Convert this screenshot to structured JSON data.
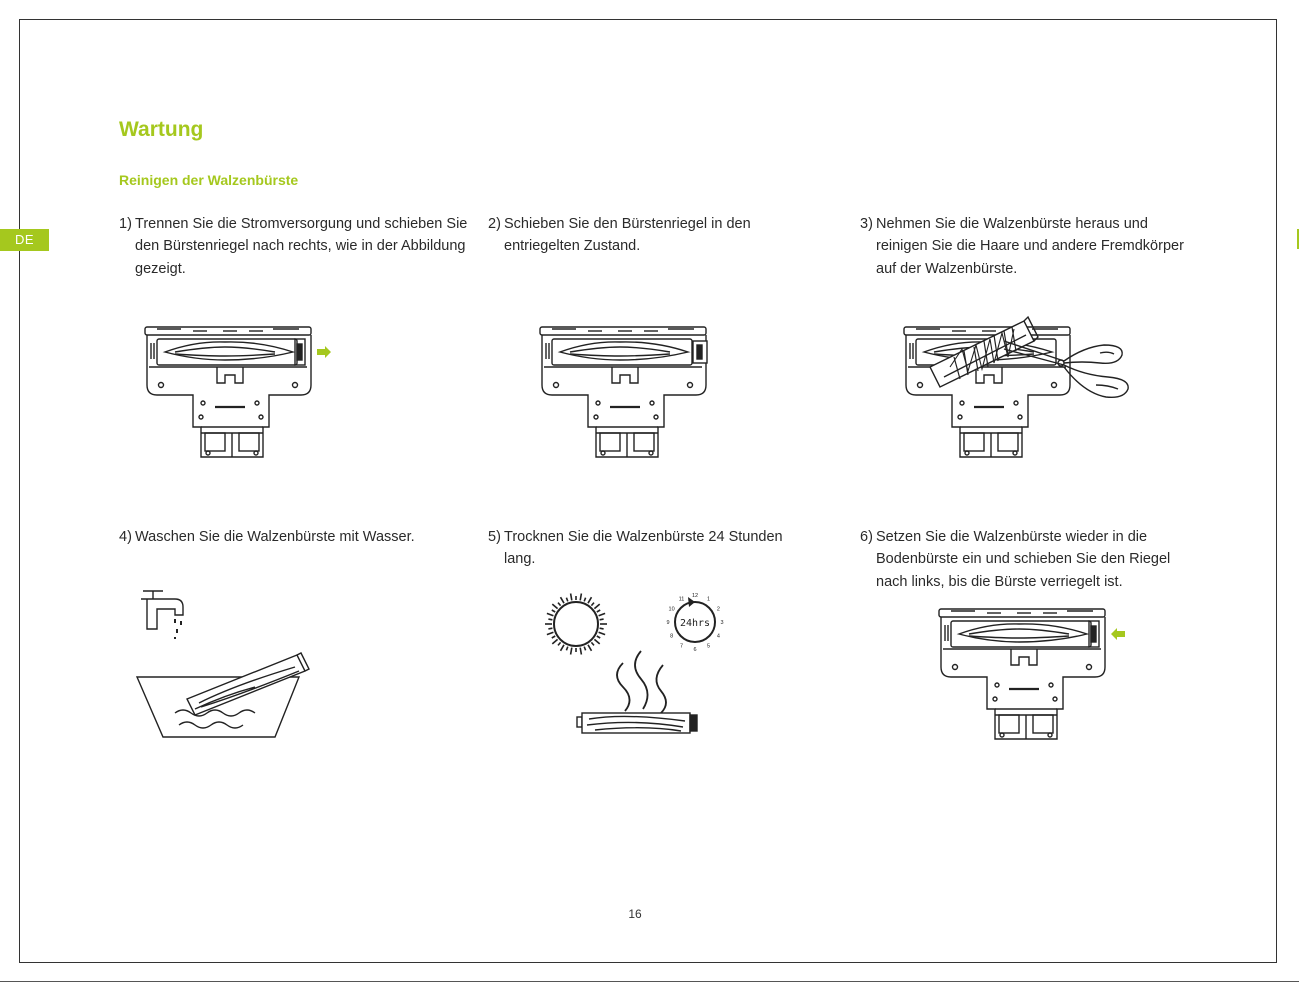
{
  "side_tab": {
    "label": "DE"
  },
  "header": {
    "title": "Wartung",
    "subtitle": "Reinigen der Walzenbürste"
  },
  "steps": [
    {
      "number": "1)",
      "text": "Trennen Sie die Stromversorgung und schieben Sie den Bürstenriegel nach rechts, wie in der Abbildung gezeigt."
    },
    {
      "number": "2)",
      "text": "Schieben Sie den Bürstenriegel in den entriegelten Zustand."
    },
    {
      "number": "3)",
      "text": "Nehmen Sie die Walzenbürste heraus und reinigen Sie die Haare und andere Fremdkörper auf der Walzenbürste."
    },
    {
      "number": "4)",
      "text": "Waschen Sie die Walzenbürste mit Wasser."
    },
    {
      "number": "5)",
      "text": "Trocknen Sie die Walzenbürste 24 Stunden lang."
    },
    {
      "number": "6)",
      "text": "Setzen Sie die Walzenbürste wieder in die Bodenbürste ein und schieben Sie den Riegel nach links, bis die Bürste verriegelt ist."
    }
  ],
  "clock": {
    "label": "24hrs",
    "hours": [
      "12",
      "1",
      "2",
      "3",
      "4",
      "5",
      "6",
      "7",
      "8",
      "9",
      "10",
      "11"
    ]
  },
  "colors": {
    "accent": "#a5c81e",
    "line": "#222222"
  },
  "footer": {
    "page_number": "16"
  }
}
